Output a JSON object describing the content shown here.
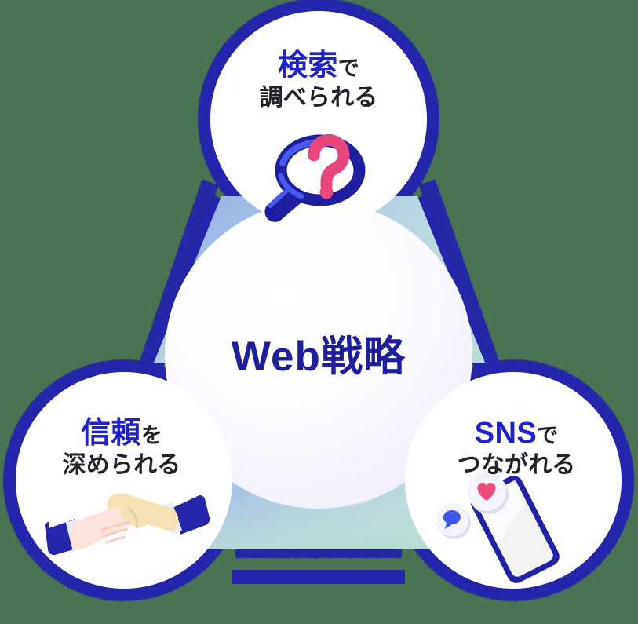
{
  "graphic": {
    "type": "venn-blob-diagram",
    "center": {
      "label": "Web戦略",
      "color": "#1f1f9e"
    },
    "bubbles": [
      {
        "id": "search",
        "position": "top",
        "keyword": "検索",
        "keyword_color": "#2222cc",
        "suffix": "で",
        "line2": "調べられる",
        "line2_color": "#222228",
        "icon": "magnifier-question-icon",
        "icon_colors": {
          "glass": "#1e1e9e",
          "glass_highlight": "#4a5ae8",
          "question": "#e8467c"
        }
      },
      {
        "id": "trust",
        "position": "bottom-left",
        "keyword": "信頼",
        "keyword_color": "#2222cc",
        "suffix": "を",
        "line2": "深められる",
        "line2_color": "#222228",
        "icon": "handshake-icon",
        "icon_colors": {
          "sleeve": "#2626a8",
          "cuff": "#e8ecfa",
          "hand_left": "#fbe3dc",
          "hand_right": "#f4e2b4"
        }
      },
      {
        "id": "sns",
        "position": "bottom-right",
        "keyword": "SNS",
        "keyword_color": "#2222cc",
        "suffix": "で",
        "line2": "つながれる",
        "line2_color": "#222228",
        "icon": "smartphone-reactions-icon",
        "icon_colors": {
          "phone_frame": "#2222a8",
          "phone_screen": "#f3f3f3",
          "heart": "#ef4a7c",
          "chat": "#3f56ec",
          "badge": "#f2f2f8"
        }
      }
    ],
    "palette": {
      "outline": "#2222a8",
      "fill_left": "#9ab4e8",
      "fill_right": "#b8d4e0",
      "fill_bottom": "#bfded6",
      "fill_center": "#fafaff",
      "bubble_fill": "#ffffff",
      "background": "#4a7354"
    }
  }
}
